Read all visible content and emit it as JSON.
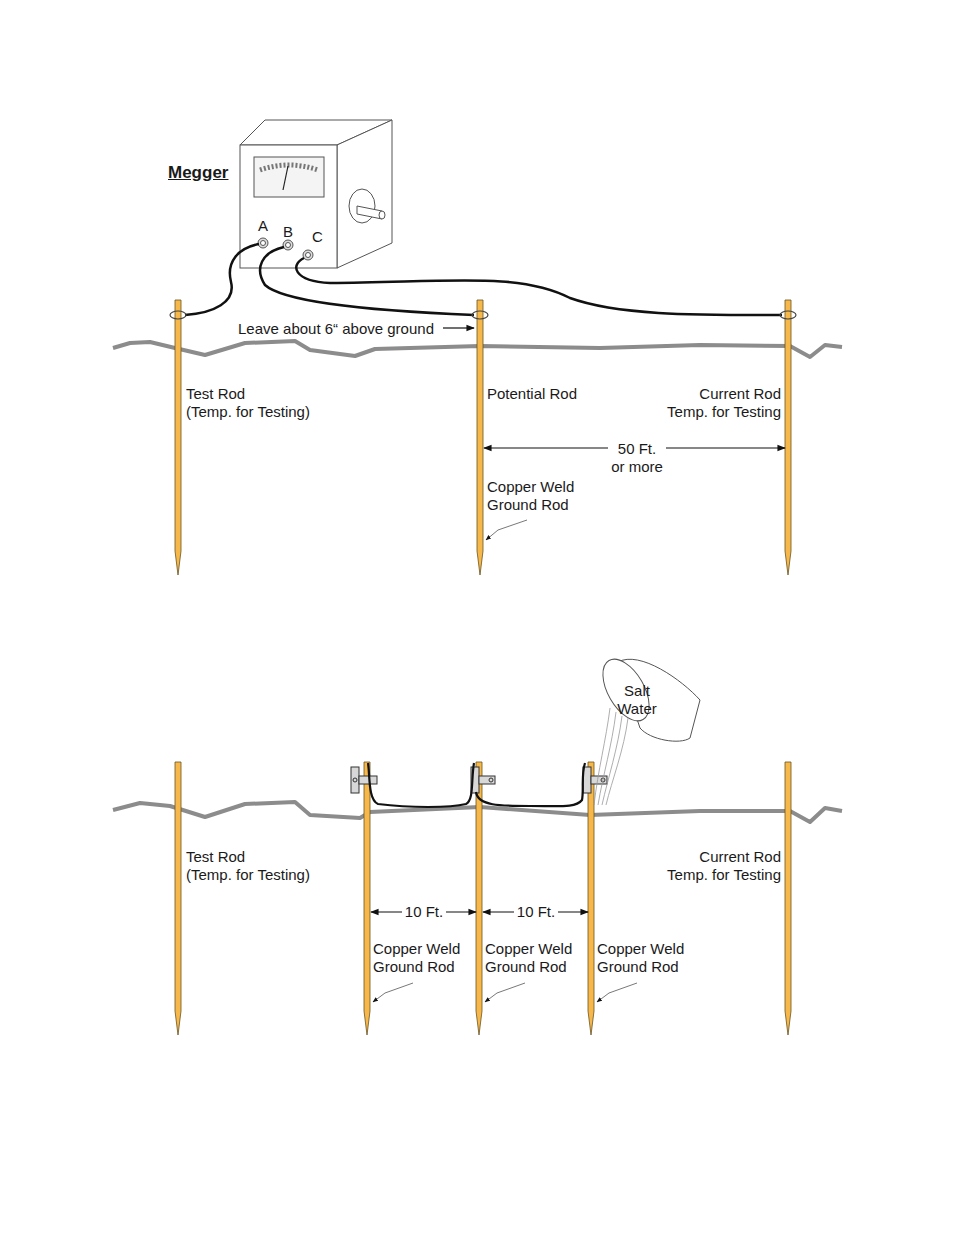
{
  "diagram": {
    "labels": [
      "Megger",
      "A",
      "B",
      "C",
      "Leave about 6“ above ground",
      "Test Rod (Temp. for Testing)",
      "Potential Rod",
      "Current Rod Temp. for Testing",
      "50 Ft. or more",
      "Copper Weld Ground Rod",
      "Salt Water",
      "Test Rod (Temp. for Testing)",
      "Current Rod Temp. for Testing",
      "10 Ft.",
      "10 Ft.",
      "Copper Weld Ground Rod",
      "Copper Weld Ground Rod",
      "Copper Weld Ground Rod"
    ]
  }
}
